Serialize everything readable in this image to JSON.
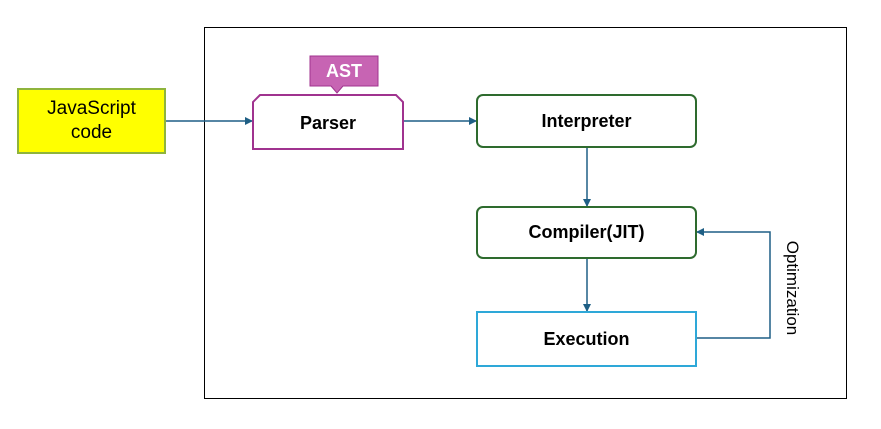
{
  "nodes": {
    "javascript_code": "JavaScript\ncode",
    "parser": "Parser",
    "ast": "AST",
    "interpreter": "Interpreter",
    "compiler": "Compiler(JIT)",
    "execution": "Execution"
  },
  "edge_labels": {
    "optimization": "Optimization"
  },
  "colors": {
    "arrow": "#1f5f85",
    "parser_border": "#a0338f",
    "ast_fill": "#c764b3",
    "green_border": "#2e6b2e",
    "blue_border": "#2ea8d8",
    "yellow_fill": "#ffff00"
  }
}
